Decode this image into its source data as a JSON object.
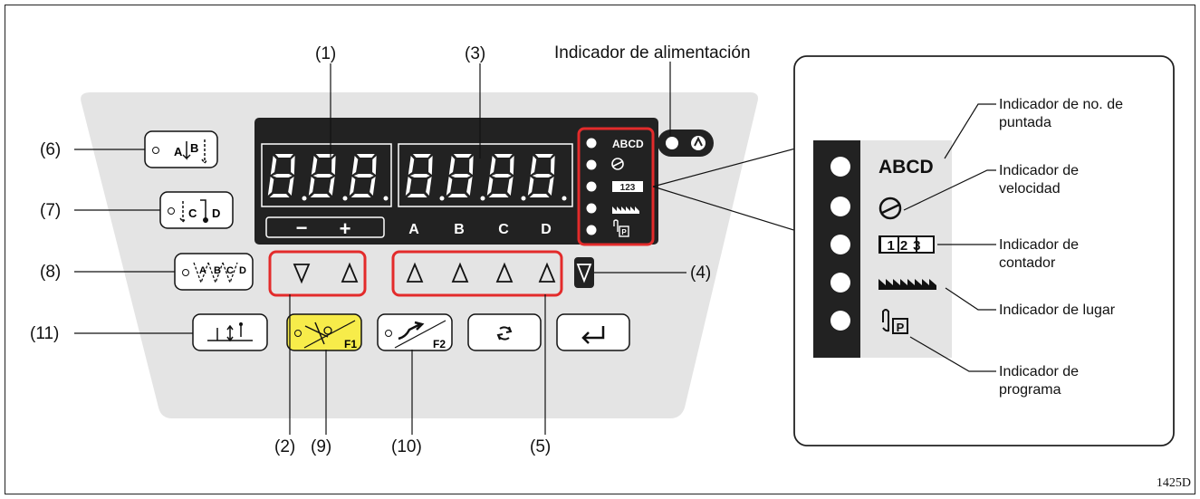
{
  "figure_code": "1425D",
  "callouts": {
    "c1": "(1)",
    "c2": "(2)",
    "c3": "(3)",
    "c4": "(4)",
    "c5": "(5)",
    "c6": "(6)",
    "c7": "(7)",
    "c8": "(8)",
    "c9": "(9)",
    "c10": "(10)",
    "c11": "(11)"
  },
  "power_indicator_label": "Indicador de alimentación",
  "display": {
    "left_digits": "888",
    "right_digits": "8888",
    "minus": "−",
    "plus": "+",
    "letters": [
      "A",
      "B",
      "C",
      "D"
    ]
  },
  "status_icons": {
    "abcd": "ABCD",
    "counter": "123",
    "program_badge": "P"
  },
  "buttons": {
    "f1": "F1",
    "f2": "F2"
  },
  "detail_labels": {
    "stitch": [
      "Indicador de no. de",
      "puntada"
    ],
    "speed": [
      "Indicador de",
      "velocidad"
    ],
    "counter": [
      "Indicador de",
      "contador"
    ],
    "place": [
      "Indicador de lugar"
    ],
    "program": [
      "Indicador de",
      "programa"
    ]
  }
}
